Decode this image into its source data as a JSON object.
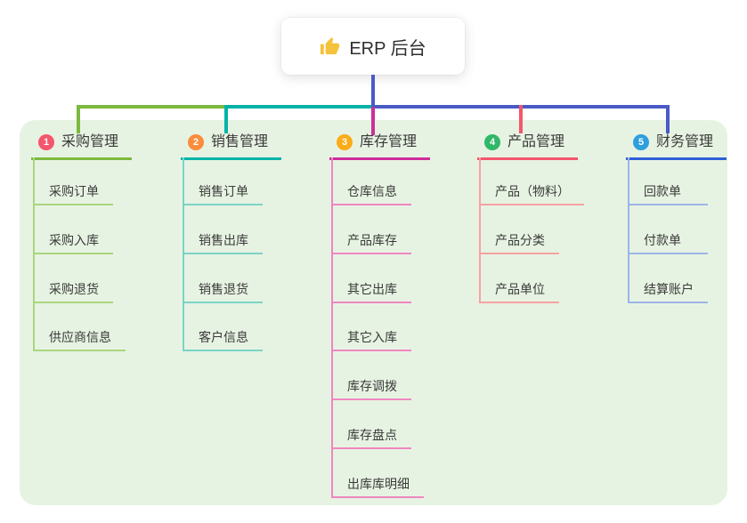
{
  "root": {
    "title": "ERP 后台",
    "icon": "thumbs-up-icon"
  },
  "colors": {
    "root_connector": "#4a5ac6",
    "panel_background": "#e7f3e2",
    "card_background": "#ffffff",
    "text": "#3a3a3a",
    "thumb_icon": "#f5c33b"
  },
  "branches": [
    {
      "number": "1",
      "label": "采购管理",
      "badge_color": "#f4566c",
      "line_color": "#7cb93e",
      "elbow_color": "#7cb93e",
      "child_line_color": "#a9d57f",
      "children": [
        "采购订单",
        "采购入库",
        "采购退货",
        "供应商信息"
      ]
    },
    {
      "number": "2",
      "label": "销售管理",
      "badge_color": "#fa8c3c",
      "line_color": "#00b3a9",
      "elbow_color": "#00b3a9",
      "child_line_color": "#7bd3c9",
      "children": [
        "销售订单",
        "销售出库",
        "销售退货",
        "客户信息"
      ]
    },
    {
      "number": "3",
      "label": "库存管理",
      "badge_color": "#fbac18",
      "line_color": "#ce2d9b",
      "elbow_color": "#ce2d9b",
      "child_line_color": "#ef87c1",
      "children": [
        "仓库信息",
        "产品库存",
        "其它出库",
        "其它入库",
        "库存调拨",
        "库存盘点",
        "出库库明细"
      ]
    },
    {
      "number": "4",
      "label": "产品管理",
      "badge_color": "#30b768",
      "line_color": "#f4566b",
      "elbow_color": "#f4566b",
      "child_line_color": "#f7a1a4",
      "children": [
        "产品（物料）",
        "产品分类",
        "产品单位"
      ]
    },
    {
      "number": "5",
      "label": "财务管理",
      "badge_color": "#2c9fdf",
      "line_color": "#2d5fd6",
      "elbow_color": "#4a5ac6",
      "child_line_color": "#9cb4e6",
      "children": [
        "回款单",
        "付款单",
        "结算账户"
      ]
    }
  ]
}
